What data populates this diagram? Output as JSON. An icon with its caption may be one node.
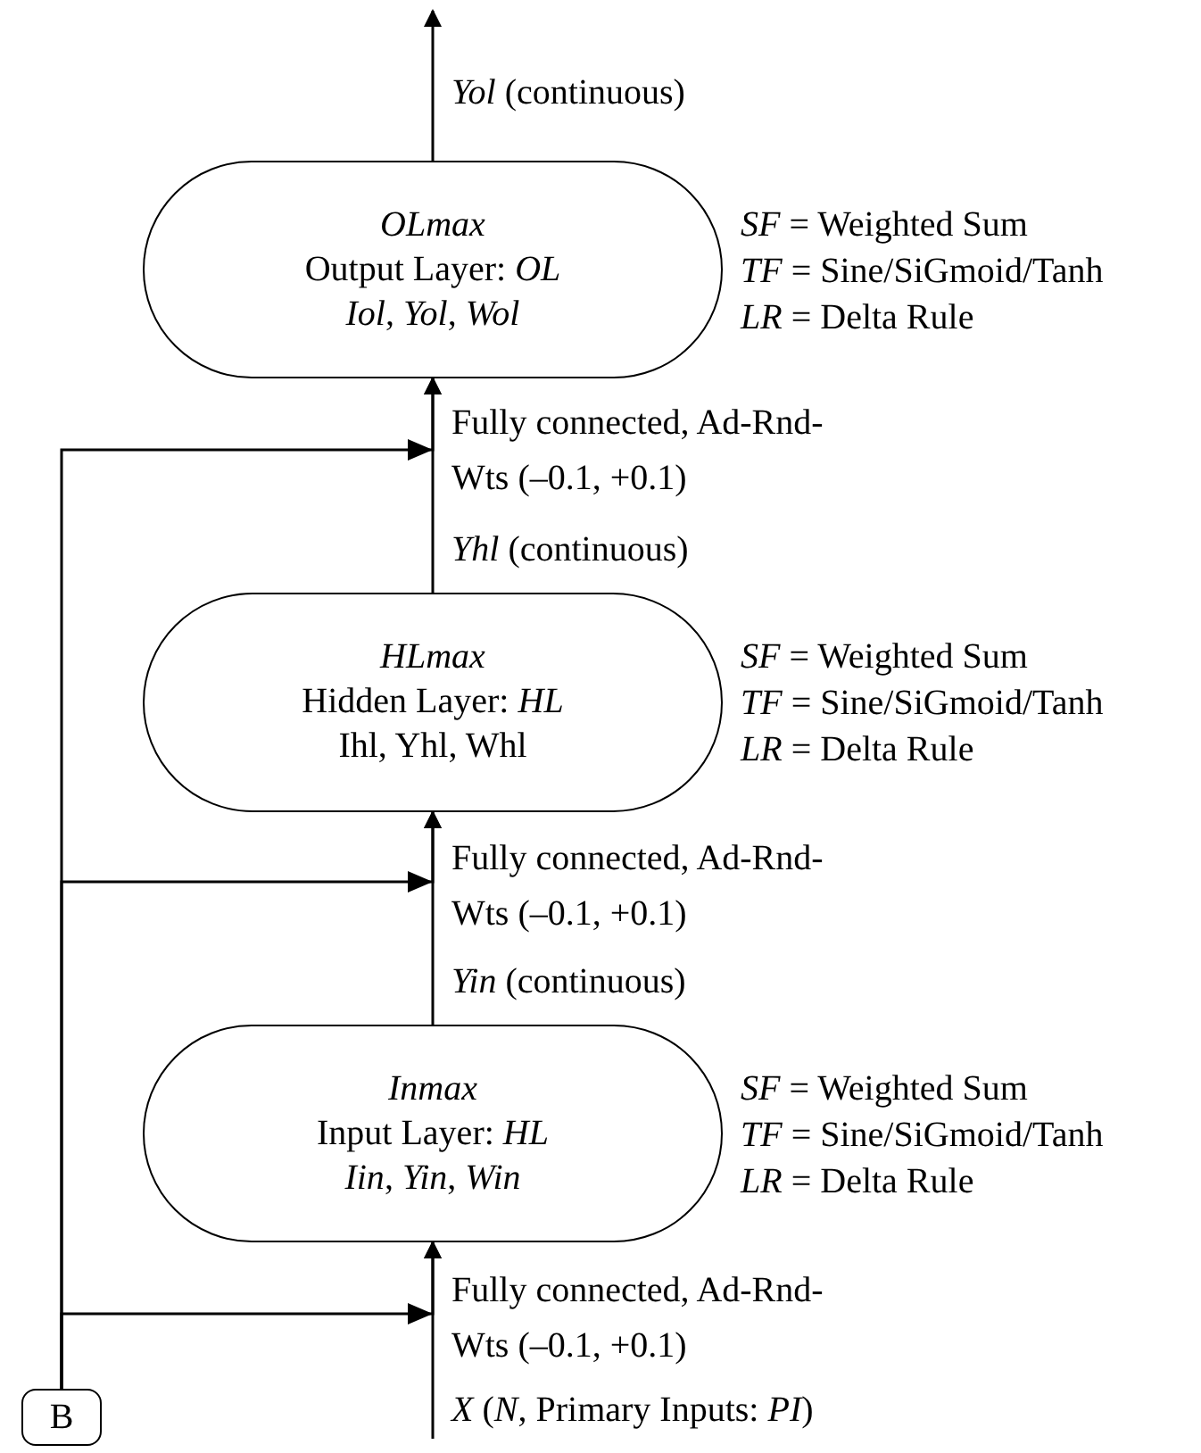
{
  "diagram": {
    "nodes": [
      {
        "text": [
          "OLmax",
          "Output Layer: *OL*",
          "*Iol*, *Yol*, *Wol*"
        ],
        "beside": [
          "*SF* = Weighted Sum",
          "*TF* = Sine/SiGmoid/Tanh",
          "*LR* = Delta Rule"
        ]
      },
      {
        "text": [
          "HLmax",
          "Hidden Layer: *HL*",
          "Ihl, Yhl, Whl"
        ],
        "beside": [
          "*SF* = Weighted Sum",
          "*TF* = Sine/SiGmoid/Tanh",
          "*LR* = Delta Rule"
        ]
      },
      {
        "text": [
          "Inmax",
          "Input Layer: *HL*",
          "*Iin*, *Yin*, *Win*"
        ],
        "beside": [
          "*SF* = Weighted Sum",
          "*TF* = Sine/SiGmoid/Tanh",
          "*LR* = Delta Rule"
        ]
      },
      {
        "text": [
          "B"
        ]
      }
    ],
    "edges": [
      {
        "from": 0,
        "to": null,
        "arrow": "to",
        "label": "*Yol* (continuous)"
      },
      {
        "from": 1,
        "to": 0,
        "arrow": "to",
        "label": "*Yhl* (continuous)"
      },
      {
        "from": 2,
        "to": 1,
        "arrow": "to",
        "label": "*Yin* (continuous)"
      },
      {
        "from": null,
        "to": 2,
        "arrow": "to",
        "label": "*X* (*N*, Primary Inputs: *PI*)"
      },
      {
        "from": 3,
        "to": 0,
        "arrow": "to"
      },
      {
        "from": 3,
        "to": 1,
        "arrow": "to"
      },
      {
        "from": 3,
        "to": 2,
        "arrow": "to"
      }
    ],
    "labels": [
      "Fully connected, Ad-Rnd-Wts (–0.1, +0.1)",
      "Fully connected, Ad-Rnd-Wts (–0.1, +0.1)",
      "Fully connected, Ad-Rnd-Wts (–0.1, +0.1)"
    ]
  }
}
